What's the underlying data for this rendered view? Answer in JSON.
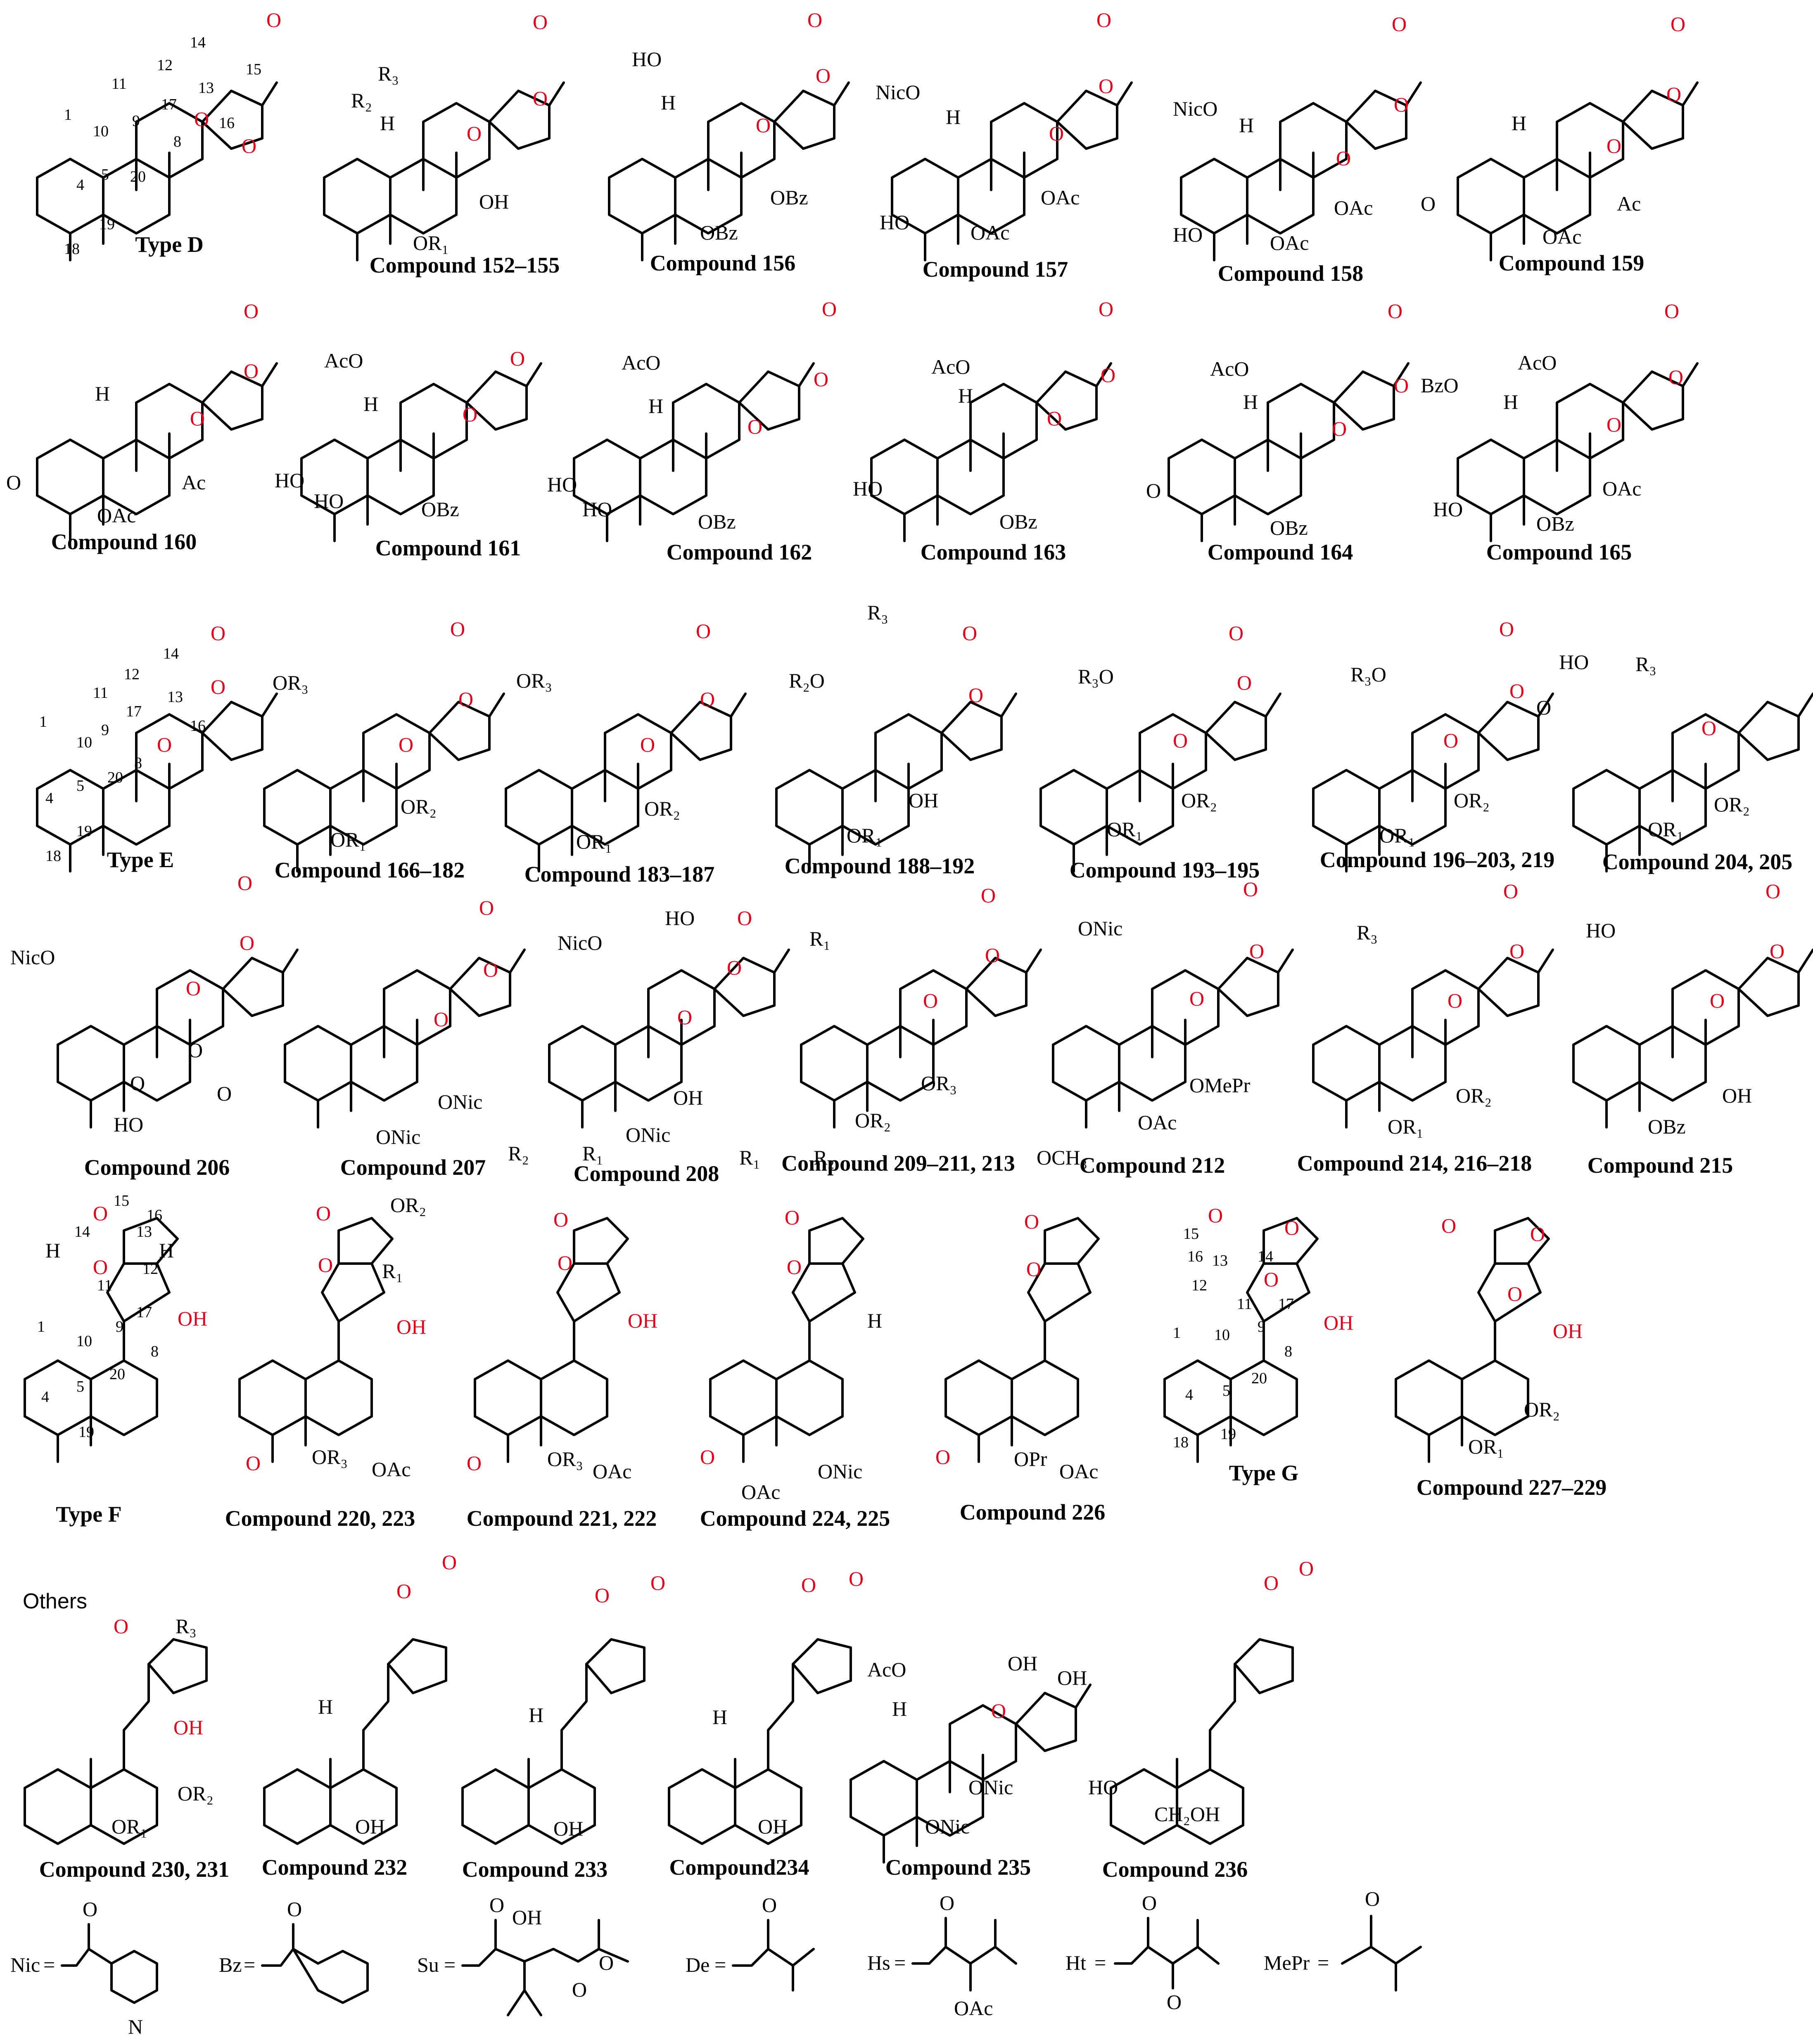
{
  "type_captions": {
    "type_d": "Type D",
    "type_e": "Type E",
    "type_f": "Type F",
    "type_g": "Type G"
  },
  "others_label": "Others",
  "row1_captions": [
    "Compound 152–155",
    "Compound 156",
    "Compound 157",
    "Compound 158",
    "Compound 159"
  ],
  "row2_captions": [
    "Compound 160",
    "Compound 161",
    "Compound 162",
    "Compound 163",
    "Compound 164",
    "Compound 165"
  ],
  "row3_captions": [
    "Compound 166–182",
    "Compound 183–187",
    "Compound 188–192",
    "Compound 193–195",
    "Compound 196–203, 219",
    "Compound 204, 205"
  ],
  "row4_captions": [
    "Compound 206",
    "Compound 207",
    "Compound 208",
    "Compound 209–211, 213",
    "Compound 212",
    "Compound 214, 216–218",
    "Compound 215"
  ],
  "row5_captions": [
    "Compound 220, 223",
    "Compound 221, 222",
    "Compound 224, 225",
    "Compound 226",
    "Compound 227–229"
  ],
  "row6_captions": [
    "Compound 230, 231",
    "Compound 232",
    "Compound 233",
    "Compound234",
    "Compound 235",
    "Compound 236"
  ],
  "substituents": {
    "nic": "Nic",
    "bz": "Bz",
    "su": "Su",
    "de": "De",
    "hs": "Hs",
    "ht": "Ht",
    "mepr": "MePr",
    "equals": "=",
    "n_atom": "N",
    "oh": "OH",
    "oac": "OAc"
  },
  "atoms": {
    "o": "O",
    "oh": "OH",
    "h": "H",
    "oac": "OAc",
    "obz": "OBz",
    "onic": "ONic",
    "or1": "OR₁",
    "or2": "OR₂",
    "or3": "OR₃",
    "r1": "R₁",
    "r2": "R₂",
    "r3": "R₃",
    "nico": "NicO",
    "aco": "AcO",
    "bzo": "BzO",
    "ho": "HO",
    "ac": "Ac",
    "r2o": "R₂O",
    "r3o": "R₃O",
    "onic_sub": "ONic",
    "omepr": "OMePr",
    "opr": "OPr",
    "och3": "OCH₃",
    "ch2oh": "CH₂OH",
    "oh_red": "OH",
    "or3_alt": "OR₃"
  },
  "numbering": {
    "type_d": [
      "1",
      "4",
      "5",
      "8",
      "9",
      "10",
      "11",
      "12",
      "13",
      "14",
      "15",
      "16",
      "17",
      "18",
      "19",
      "20"
    ],
    "type_e": [
      "1",
      "4",
      "5",
      "8",
      "9",
      "10",
      "11",
      "12",
      "13",
      "14",
      "16",
      "17",
      "18",
      "19",
      "20"
    ],
    "type_f": [
      "1",
      "4",
      "5",
      "8",
      "9",
      "10",
      "11",
      "12",
      "13",
      "14",
      "15",
      "16",
      "17",
      "19",
      "20"
    ],
    "type_g": [
      "1",
      "4",
      "5",
      "8",
      "9",
      "10",
      "11",
      "12",
      "13",
      "14",
      "15",
      "16",
      "17",
      "18",
      "19",
      "20"
    ]
  },
  "colors": {
    "heteroatom_red": "#e0001b",
    "bond_black": "#000000"
  }
}
